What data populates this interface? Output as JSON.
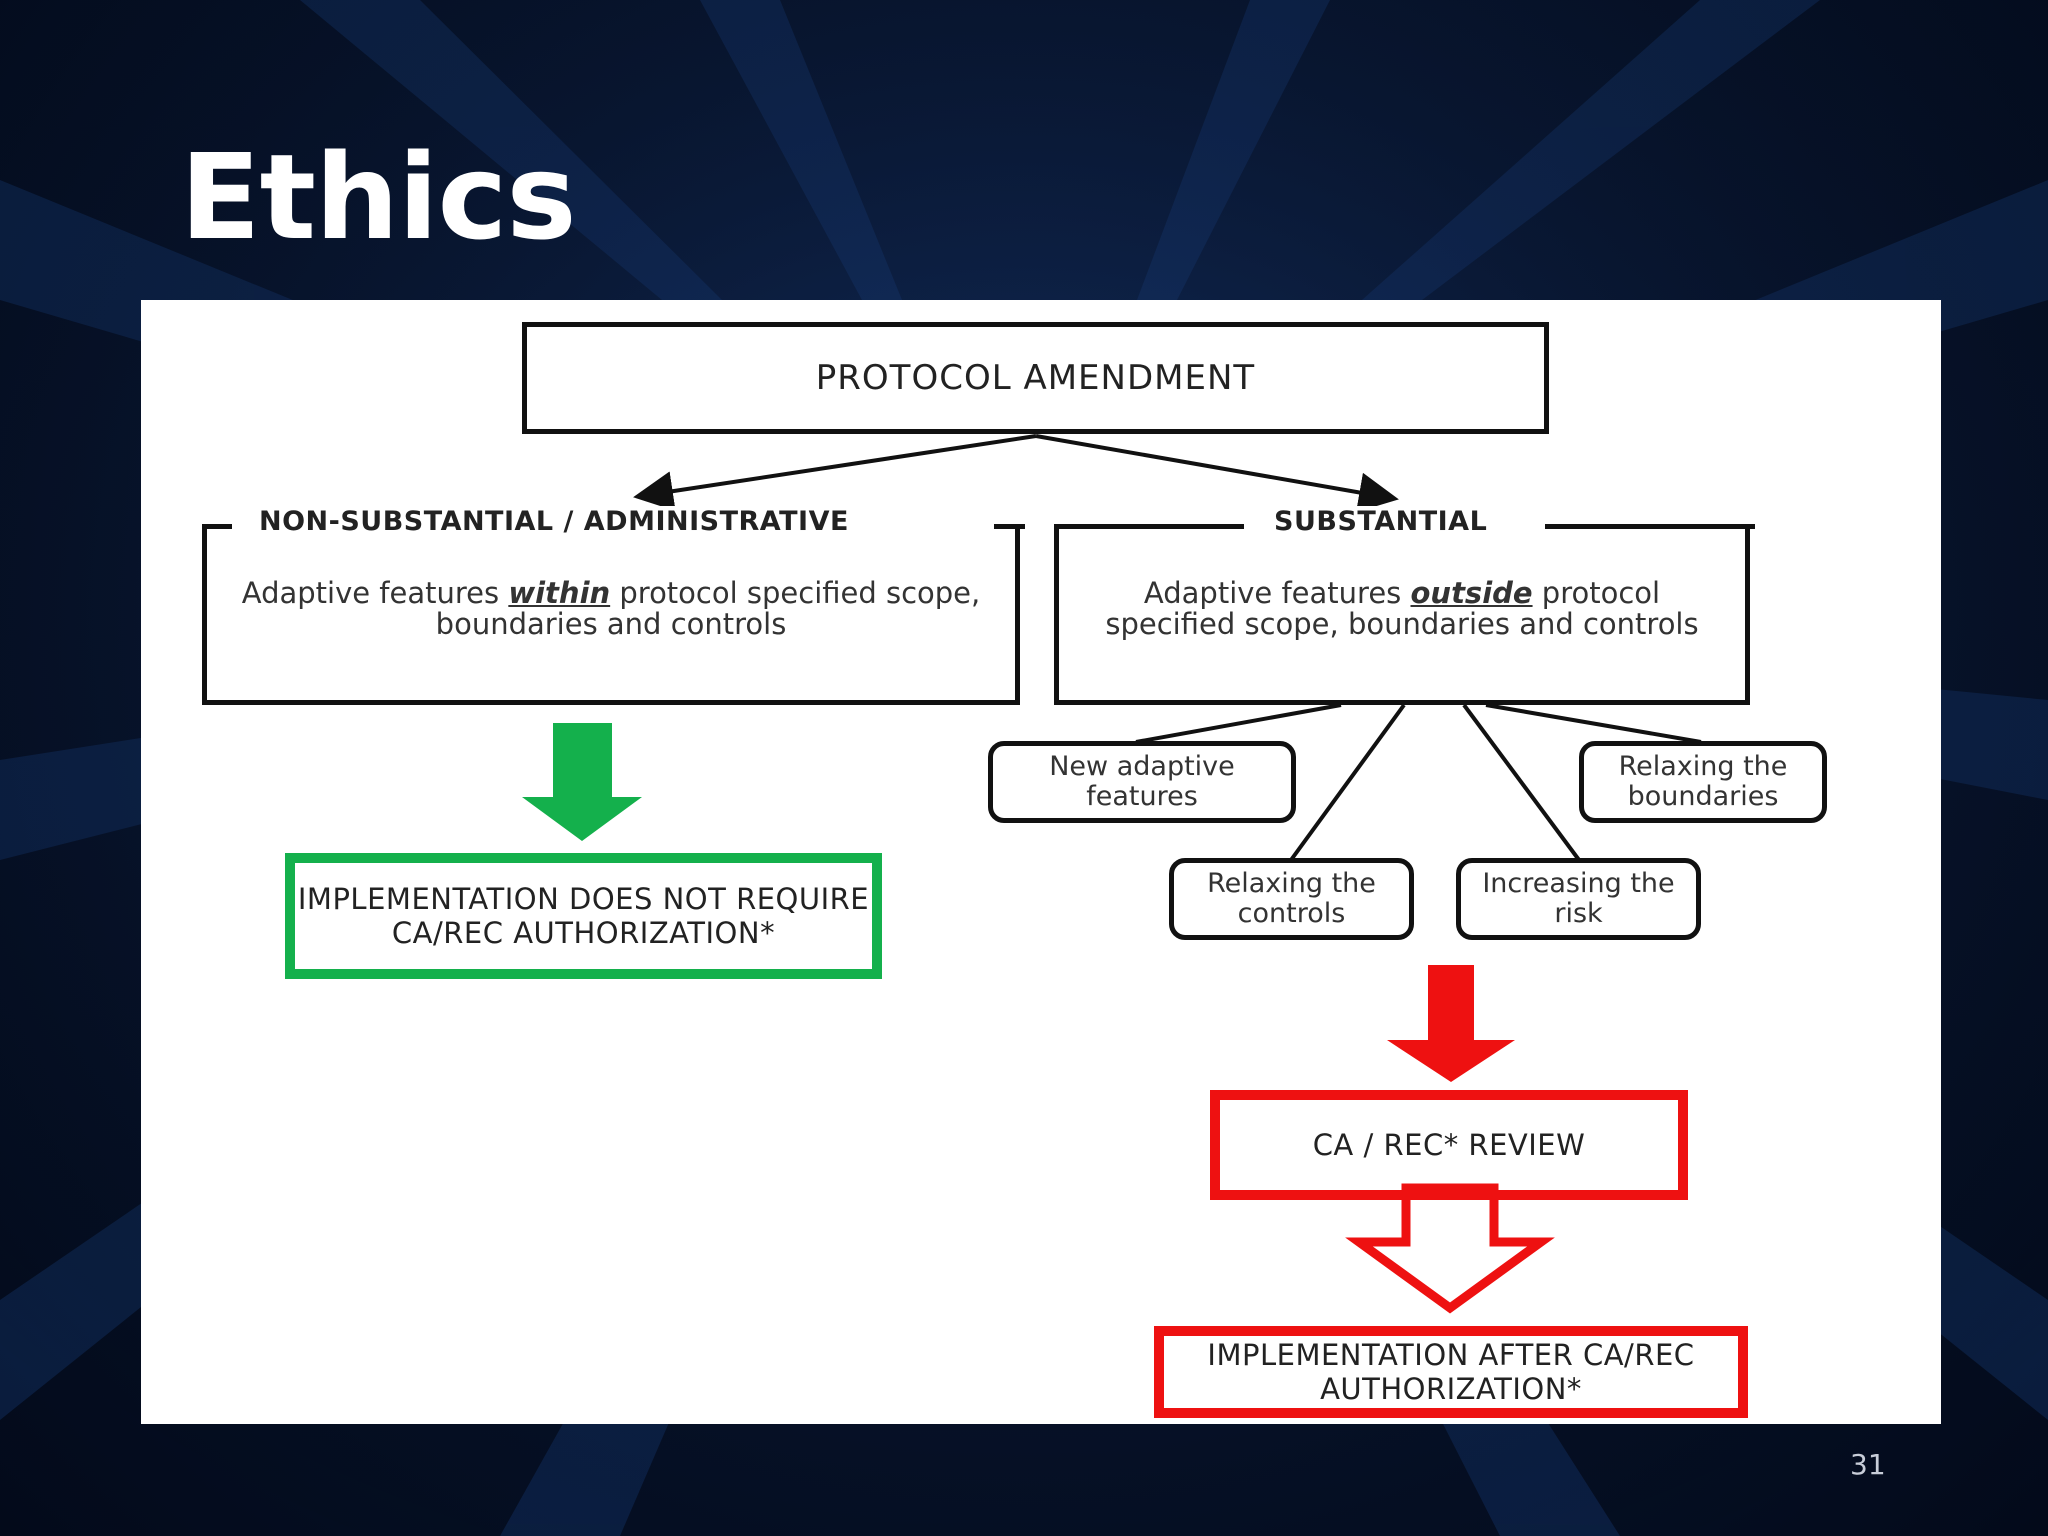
{
  "slide": {
    "title": "Ethics",
    "page_number": "31"
  },
  "diagram": {
    "root": "PROTOCOL AMENDMENT",
    "non_substantial": {
      "label": "NON-SUBSTANTIAL / ADMINISTRATIVE",
      "body_pre": "Adaptive features ",
      "body_emph": "within",
      "body_post": " protocol specified scope, boundaries and controls",
      "outcome": "IMPLEMENTATION DOES NOT REQUIRE CA/REC AUTHORIZATION*"
    },
    "substantial": {
      "label": "SUBSTANTIAL",
      "body_pre": "Adaptive features ",
      "body_emph": "outside",
      "body_post": " protocol specified scope, boundaries and controls",
      "sub_items": [
        "New adaptive features",
        "Relaxing the controls",
        "Increasing the risk",
        "Relaxing the boundaries"
      ],
      "review": "CA / REC* REVIEW",
      "outcome": "IMPLEMENTATION AFTER CA/REC AUTHORIZATION*"
    },
    "colors": {
      "approve": "#14b04c",
      "review": "#ee1111",
      "outline": "#111111",
      "background": "#07142e"
    }
  }
}
